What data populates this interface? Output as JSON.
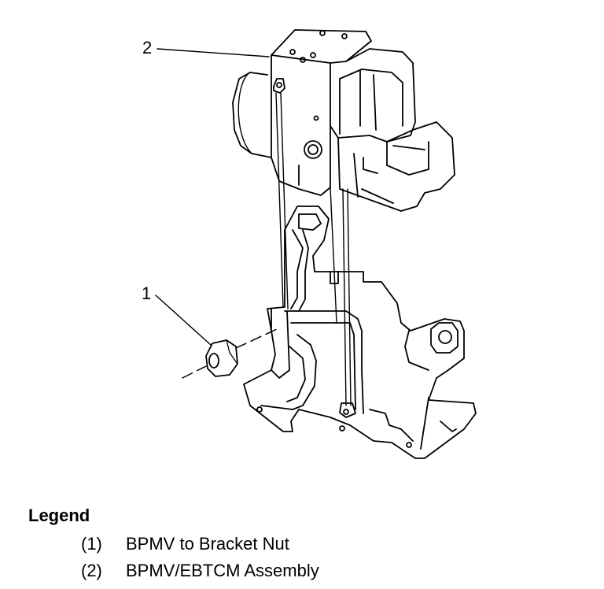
{
  "figure": {
    "callouts": [
      "1",
      "2"
    ]
  },
  "legend": {
    "title": "Legend",
    "items": [
      {
        "number": "(1)",
        "label": "BPMV to Bracket Nut"
      },
      {
        "number": "(2)",
        "label": "BPMV/EBTCM Assembly"
      }
    ]
  }
}
